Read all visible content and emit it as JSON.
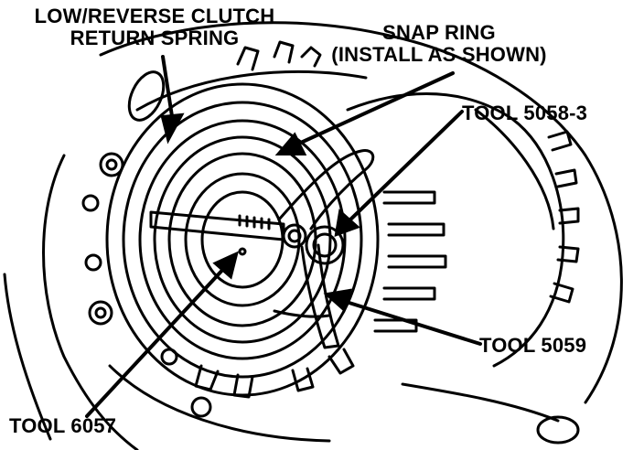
{
  "labels": {
    "return_spring_line1": "LOW/REVERSE CLUTCH",
    "return_spring_line2": "RETURN SPRING",
    "snap_ring_line1": "SNAP RING",
    "snap_ring_line2": "(INSTALL AS SHOWN)",
    "tool_5058_3": "TOOL 5058-3",
    "tool_5059": "TOOL 5059",
    "tool_6057": "TOOL 6057"
  },
  "colors": {
    "ink": "#000000",
    "paper": "#ffffff"
  }
}
